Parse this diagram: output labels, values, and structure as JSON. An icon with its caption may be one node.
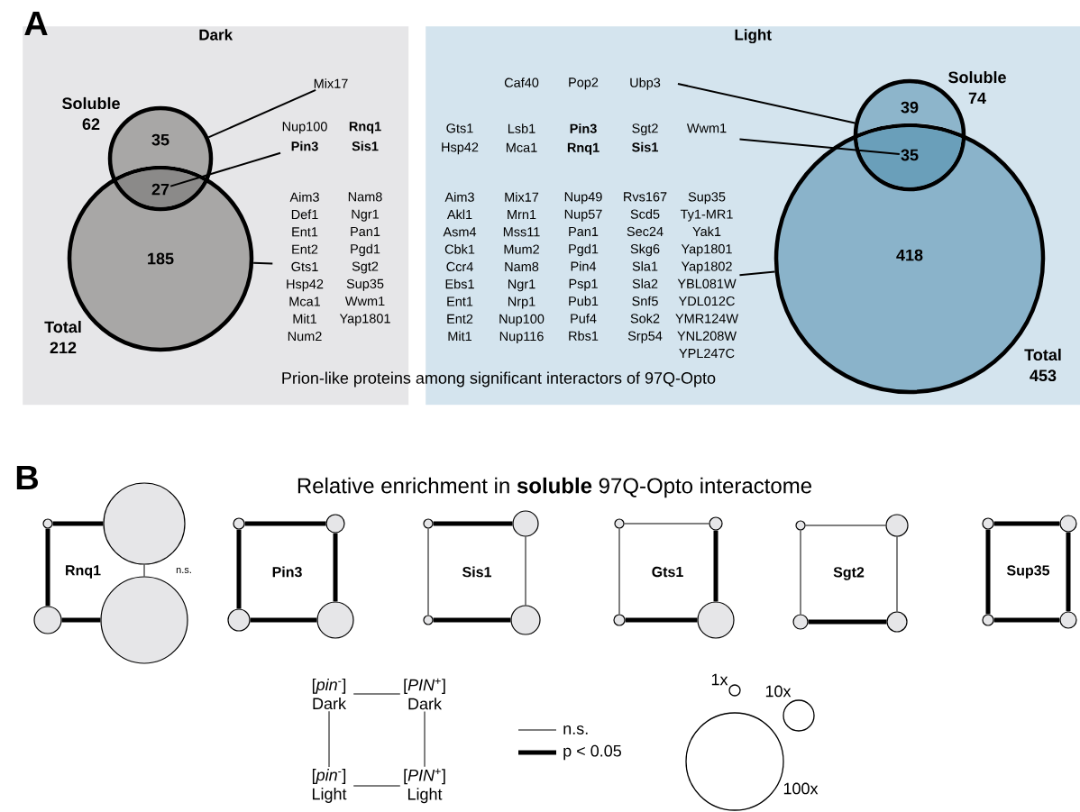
{
  "diagram": {
    "nodes": [
      {
        "text": [
          "Dark"
        ]
      },
      {
        "text": [
          "185"
        ],
        "beside": [
          "Total 212"
        ],
        "in": 0
      },
      {
        "text": [
          "35"
        ],
        "beside": [
          "Soluble 62"
        ],
        "in": 0
      },
      {
        "text": [
          "27"
        ]
      },
      {
        "text": [
          "Mix17"
        ],
        "in": 0
      },
      {
        "text": [
          "Nup100 **Pin3**",
          "**Rnq1** **Sis1**"
        ],
        "in": 0
      },
      {
        "text": [
          "Aim3 Def1 Ent1 Ent2 Gts1 Hsp42 Mca1 Mit1 Num2",
          "Nam8 Ngr1 Pan1 Pgd1 Sgt2 Sup35 Wwm1 Yap1801"
        ],
        "in": 0
      },
      {
        "text": [
          "Light"
        ]
      },
      {
        "text": [
          "418"
        ],
        "beside": [
          "Total 453"
        ],
        "in": 7
      },
      {
        "text": [
          "39"
        ],
        "beside": [
          "Soluble 74"
        ],
        "in": 7
      },
      {
        "text": [
          "35"
        ]
      },
      {
        "text": [
          "Caf40",
          "Pop2",
          "Ubp3"
        ],
        "in": 7
      },
      {
        "text": [
          "Gts1 Hsp42",
          "Lsb1 Mca1",
          "**Pin3** **Rnq1**",
          "Sgt2 **Sis1**",
          "Wwm1"
        ],
        "in": 7
      },
      {
        "text": [
          "Aim3 Akl1 Asm4 Cbk1 Ccr4 Ebs1 Ent1 Ent2 Mit1",
          "Mix17 Mrn1 Mss11 Mum2 Nam8 Ngr1 Nrp1 Nup100 Nup116",
          "Nup49 Nup57 Pan1 Pgd1 Pin4 Psp1 Pub1 Puf4 Rbs1",
          "Rvs167 Scd5 Sec24 Skg6 Sla1 Sla2 Snf5 Sok2 Srp54",
          "Sup35 Ty1-MR1 Yak1 Yap1801 Yap1802 YBL081W YDL012C YMR124W YNL208W YPL247C"
        ],
        "in": 7
      },
      {
        "text": [
          "Rnq1"
        ]
      },
      {
        "text": [],
        "shape": "circle"
      },
      {
        "text": [],
        "shape": "circle"
      },
      {
        "text": [],
        "shape": "circle"
      },
      {
        "text": [],
        "shape": "circle"
      },
      {
        "text": [
          "Pin3"
        ]
      },
      {
        "text": [],
        "shape": "circle"
      },
      {
        "text": [],
        "shape": "circle"
      },
      {
        "text": [],
        "shape": "circle"
      },
      {
        "text": [],
        "shape": "circle"
      },
      {
        "text": [
          "Sis1"
        ]
      },
      {
        "text": [],
        "shape": "circle"
      },
      {
        "text": [],
        "shape": "circle"
      },
      {
        "text": [],
        "shape": "circle"
      },
      {
        "text": [],
        "shape": "circle"
      },
      {
        "text": [
          "Gts1"
        ]
      },
      {
        "text": [],
        "shape": "circle"
      },
      {
        "text": [],
        "shape": "circle"
      },
      {
        "text": [],
        "shape": "circle"
      },
      {
        "text": [],
        "shape": "circle"
      },
      {
        "text": [
          "Sgt2"
        ]
      },
      {
        "text": [],
        "shape": "circle"
      },
      {
        "text": [],
        "shape": "circle"
      },
      {
        "text": [],
        "shape": "circle"
      },
      {
        "text": [],
        "shape": "circle"
      },
      {
        "text": [
          "Sup35"
        ]
      },
      {
        "text": [],
        "shape": "circle"
      },
      {
        "text": [],
        "shape": "circle"
      },
      {
        "text": [],
        "shape": "circle"
      },
      {
        "text": [],
        "shape": "circle"
      },
      {
        "text": [
          "[*pin*$^{-}$] Dark"
        ]
      },
      {
        "text": [
          "[*PIN*$^{+}$] Dark"
        ]
      },
      {
        "text": [
          "[*pin*$^{-}$] Light"
        ]
      },
      {
        "text": [
          "[*PIN*$^{+}$] Light"
        ]
      }
    ],
    "edges": [
      {
        "from": 4,
        "to": 2,
        "arrow": "none"
      },
      {
        "from": 5,
        "to": 3,
        "arrow": "none"
      },
      {
        "from": 6,
        "to": 1,
        "arrow": "none"
      },
      {
        "from": 11,
        "to": 9,
        "arrow": "none"
      },
      {
        "from": 12,
        "to": 10,
        "arrow": "none"
      },
      {
        "from": 13,
        "to": 8,
        "arrow": "none"
      },
      {
        "from": 15,
        "to": 16,
        "arrow": "none",
        "style": "thick"
      },
      {
        "from": 15,
        "to": 17,
        "arrow": "none",
        "style": "thick"
      },
      {
        "from": 16,
        "to": 18,
        "arrow": "none",
        "label": "n.s."
      },
      {
        "from": 17,
        "to": 18,
        "arrow": "none",
        "style": "thick"
      },
      {
        "from": 20,
        "to": 21,
        "arrow": "none",
        "style": "thick"
      },
      {
        "from": 20,
        "to": 22,
        "arrow": "none",
        "style": "thick"
      },
      {
        "from": 21,
        "to": 23,
        "arrow": "none",
        "style": "thick"
      },
      {
        "from": 22,
        "to": 23,
        "arrow": "none",
        "style": "thick"
      },
      {
        "from": 25,
        "to": 26,
        "arrow": "none",
        "style": "thick"
      },
      {
        "from": 25,
        "to": 27,
        "arrow": "none"
      },
      {
        "from": 26,
        "to": 28,
        "arrow": "none"
      },
      {
        "from": 27,
        "to": 28,
        "arrow": "none",
        "style": "thick"
      },
      {
        "from": 30,
        "to": 31,
        "arrow": "none"
      },
      {
        "from": 30,
        "to": 32,
        "arrow": "none"
      },
      {
        "from": 31,
        "to": 33,
        "arrow": "none",
        "style": "thick"
      },
      {
        "from": 32,
        "to": 33,
        "arrow": "none",
        "style": "thick"
      },
      {
        "from": 35,
        "to": 36,
        "arrow": "none"
      },
      {
        "from": 35,
        "to": 37,
        "arrow": "none"
      },
      {
        "from": 36,
        "to": 38,
        "arrow": "none"
      },
      {
        "from": 37,
        "to": 38,
        "arrow": "none",
        "style": "thick"
      },
      {
        "from": 40,
        "to": 41,
        "arrow": "none",
        "style": "thick"
      },
      {
        "from": 40,
        "to": 42,
        "arrow": "none",
        "style": "thick"
      },
      {
        "from": 41,
        "to": 43,
        "arrow": "none",
        "style": "thick"
      },
      {
        "from": 42,
        "to": 43,
        "arrow": "none",
        "style": "thick"
      },
      {
        "from": 44,
        "to": 45,
        "arrow": "none"
      },
      {
        "from": 44,
        "to": 46,
        "arrow": "none"
      },
      {
        "from": 45,
        "to": 47,
        "arrow": "none"
      },
      {
        "from": 46,
        "to": 47,
        "arrow": "none"
      }
    ],
    "labels": [
      "A",
      "Prion-like proteins among significant interactors of 97Q-Opto",
      "B",
      "Relative enrichment in **soluble** 97Q-Opto interactome"
    ],
    "legend": [
      {
        "text": "n.s."
      },
      {
        "text": "p < 0.05"
      },
      {
        "text": "1x"
      },
      {
        "text": "10x"
      },
      {
        "text": "100x"
      }
    ]
  }
}
